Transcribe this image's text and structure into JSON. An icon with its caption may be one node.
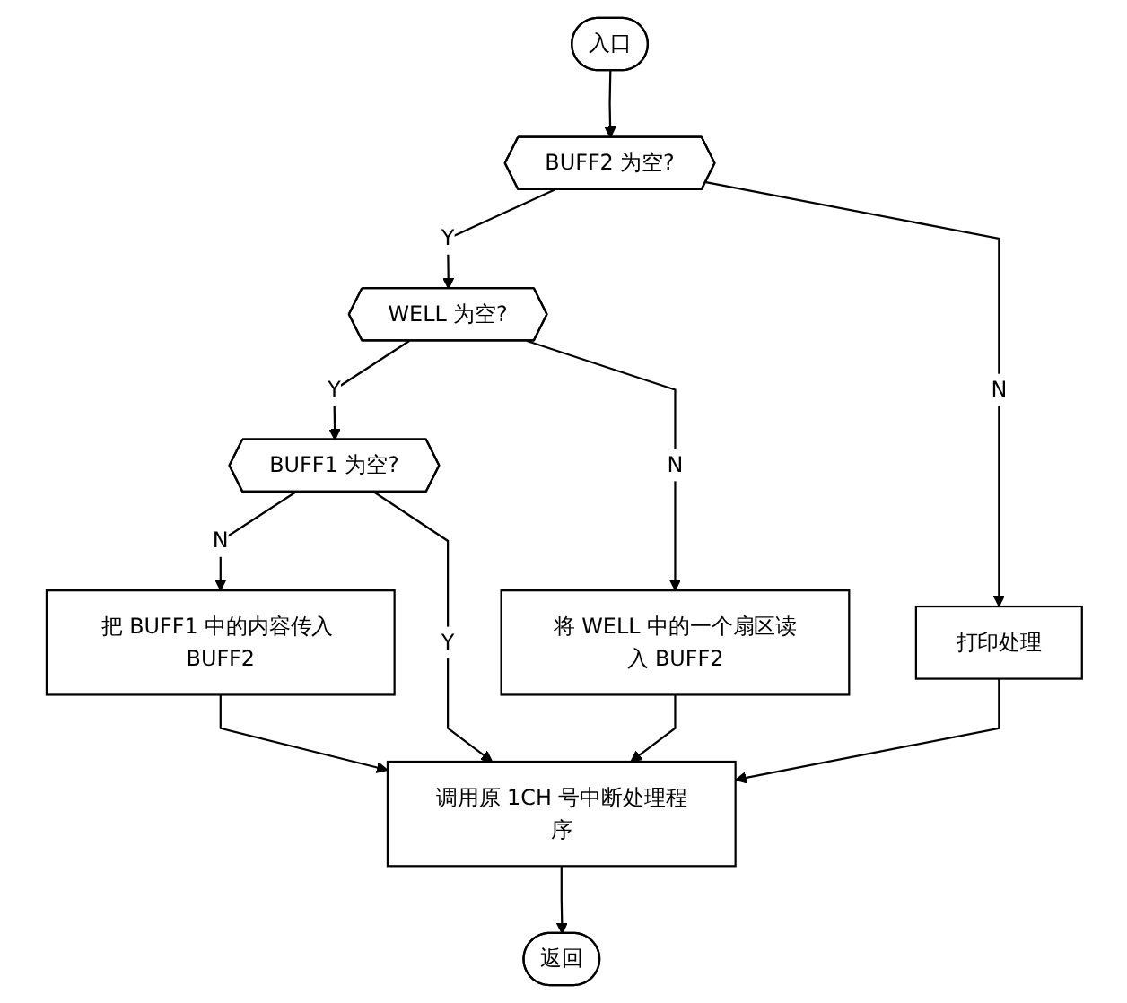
{
  "diagram": {
    "nodes": [
      {
        "text": [
          "入口"
        ]
      },
      {
        "text": [
          "BUFF2 为空?"
        ]
      },
      {
        "text": [
          "WELL 为空?"
        ]
      },
      {
        "text": [
          "BUFF1 为空?"
        ]
      },
      {
        "text": [
          "将 WELL 中的一个扇区读入 BUFF2"
        ]
      },
      {
        "text": [
          "把 BUFF1 中的内容传入 BUFF2"
        ]
      },
      {
        "text": [
          "打印处理"
        ]
      },
      {
        "text": [
          "调用原 1CH 号中断处理程序"
        ]
      },
      {
        "text": [
          "返回"
        ]
      }
    ],
    "edges": [
      {
        "from": 0,
        "to": 1,
        "arrow": "to"
      },
      {
        "from": 1,
        "to": 2,
        "arrow": "to",
        "label": "Y"
      },
      {
        "from": 1,
        "to": 6,
        "arrow": "to",
        "label": "N"
      },
      {
        "from": 2,
        "to": 3,
        "arrow": "to",
        "label": "Y"
      },
      {
        "from": 2,
        "to": 4,
        "arrow": "to",
        "label": "N"
      },
      {
        "from": 3,
        "to": 5,
        "arrow": "to",
        "label": "N"
      },
      {
        "from": 3,
        "to": 7,
        "arrow": "to",
        "label": "Y"
      },
      {
        "from": 4,
        "to": 7,
        "arrow": "to"
      },
      {
        "from": 5,
        "to": 7,
        "arrow": "to"
      },
      {
        "from": 6,
        "to": 7,
        "arrow": "to"
      },
      {
        "from": 7,
        "to": 8,
        "arrow": "to"
      }
    ]
  }
}
